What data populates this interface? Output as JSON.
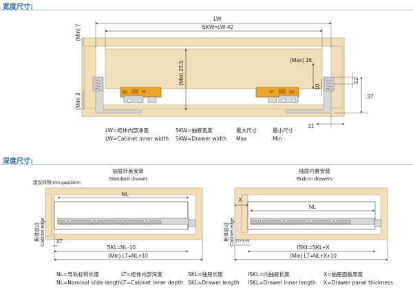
{
  "sections": {
    "width_title": "宽度尺寸:",
    "depth_title": "深度尺寸:"
  },
  "width_diagram": {
    "dims": {
      "lw": "LW",
      "skw": "SKW=LW-42",
      "min7": "(Min) 7",
      "min3": "(Min) 3",
      "max16": "(Max) 16",
      "min275": "(Min) 27.5",
      "d10": "10",
      "d12": "12",
      "d37": "37",
      "d21": "21"
    },
    "legend": [
      {
        "cn": "LW=柜体内部净宽",
        "en": "LW=Cabinet inner width"
      },
      {
        "cn": "SKW=抽屉宽度",
        "en": "SKW=Drawer width"
      },
      {
        "cn": "最大尺寸",
        "en": "Max"
      },
      {
        "cn": "最小尺寸",
        "en": "Min"
      }
    ]
  },
  "depth_left": {
    "title_cn": "抽屉外盖安装",
    "title_en": "Standard drawer",
    "gap_label": "建议间隙(min gap)5mm",
    "nl": "NL",
    "side_cn": "柜体前沿",
    "side_en": "Cabinet edge",
    "d37": "37",
    "skl": "SKL=NL-10",
    "lt": "(Min) LT=NL+10"
  },
  "depth_right": {
    "title_cn": "抽屉内置安装",
    "title_en": "Built-in drawers",
    "x": "X",
    "nl": "NL",
    "side_cn": "柜体前沿",
    "side_en": "Cabinet edge",
    "x5": "37+X+5",
    "iskl": "ISKL=SKL+X",
    "lt": "(Min) LT=NL+X+10"
  },
  "depth_legend": [
    {
      "cn": "NL=导轨标称长度",
      "en": "NL=Nominal slide length"
    },
    {
      "cn": "LT=柜体内部深度",
      "en": "LT=Cabinet inner depth"
    },
    {
      "cn": "SKL=抽屉长度",
      "en": "SKL=Drawer length"
    },
    {
      "cn": "ISKL=内抽屉长度",
      "en": "ISKL=Drawer inner length"
    },
    {
      "cn": "X=抽屉面板厚度",
      "en": "X=Drawer panel thickness"
    }
  ],
  "colors": {
    "wood": "#f0dfb8",
    "wood_line": "#b8a27a",
    "slide": "#e9a62a",
    "rail": "#d8d8d8",
    "title": "#2f6fa6"
  }
}
